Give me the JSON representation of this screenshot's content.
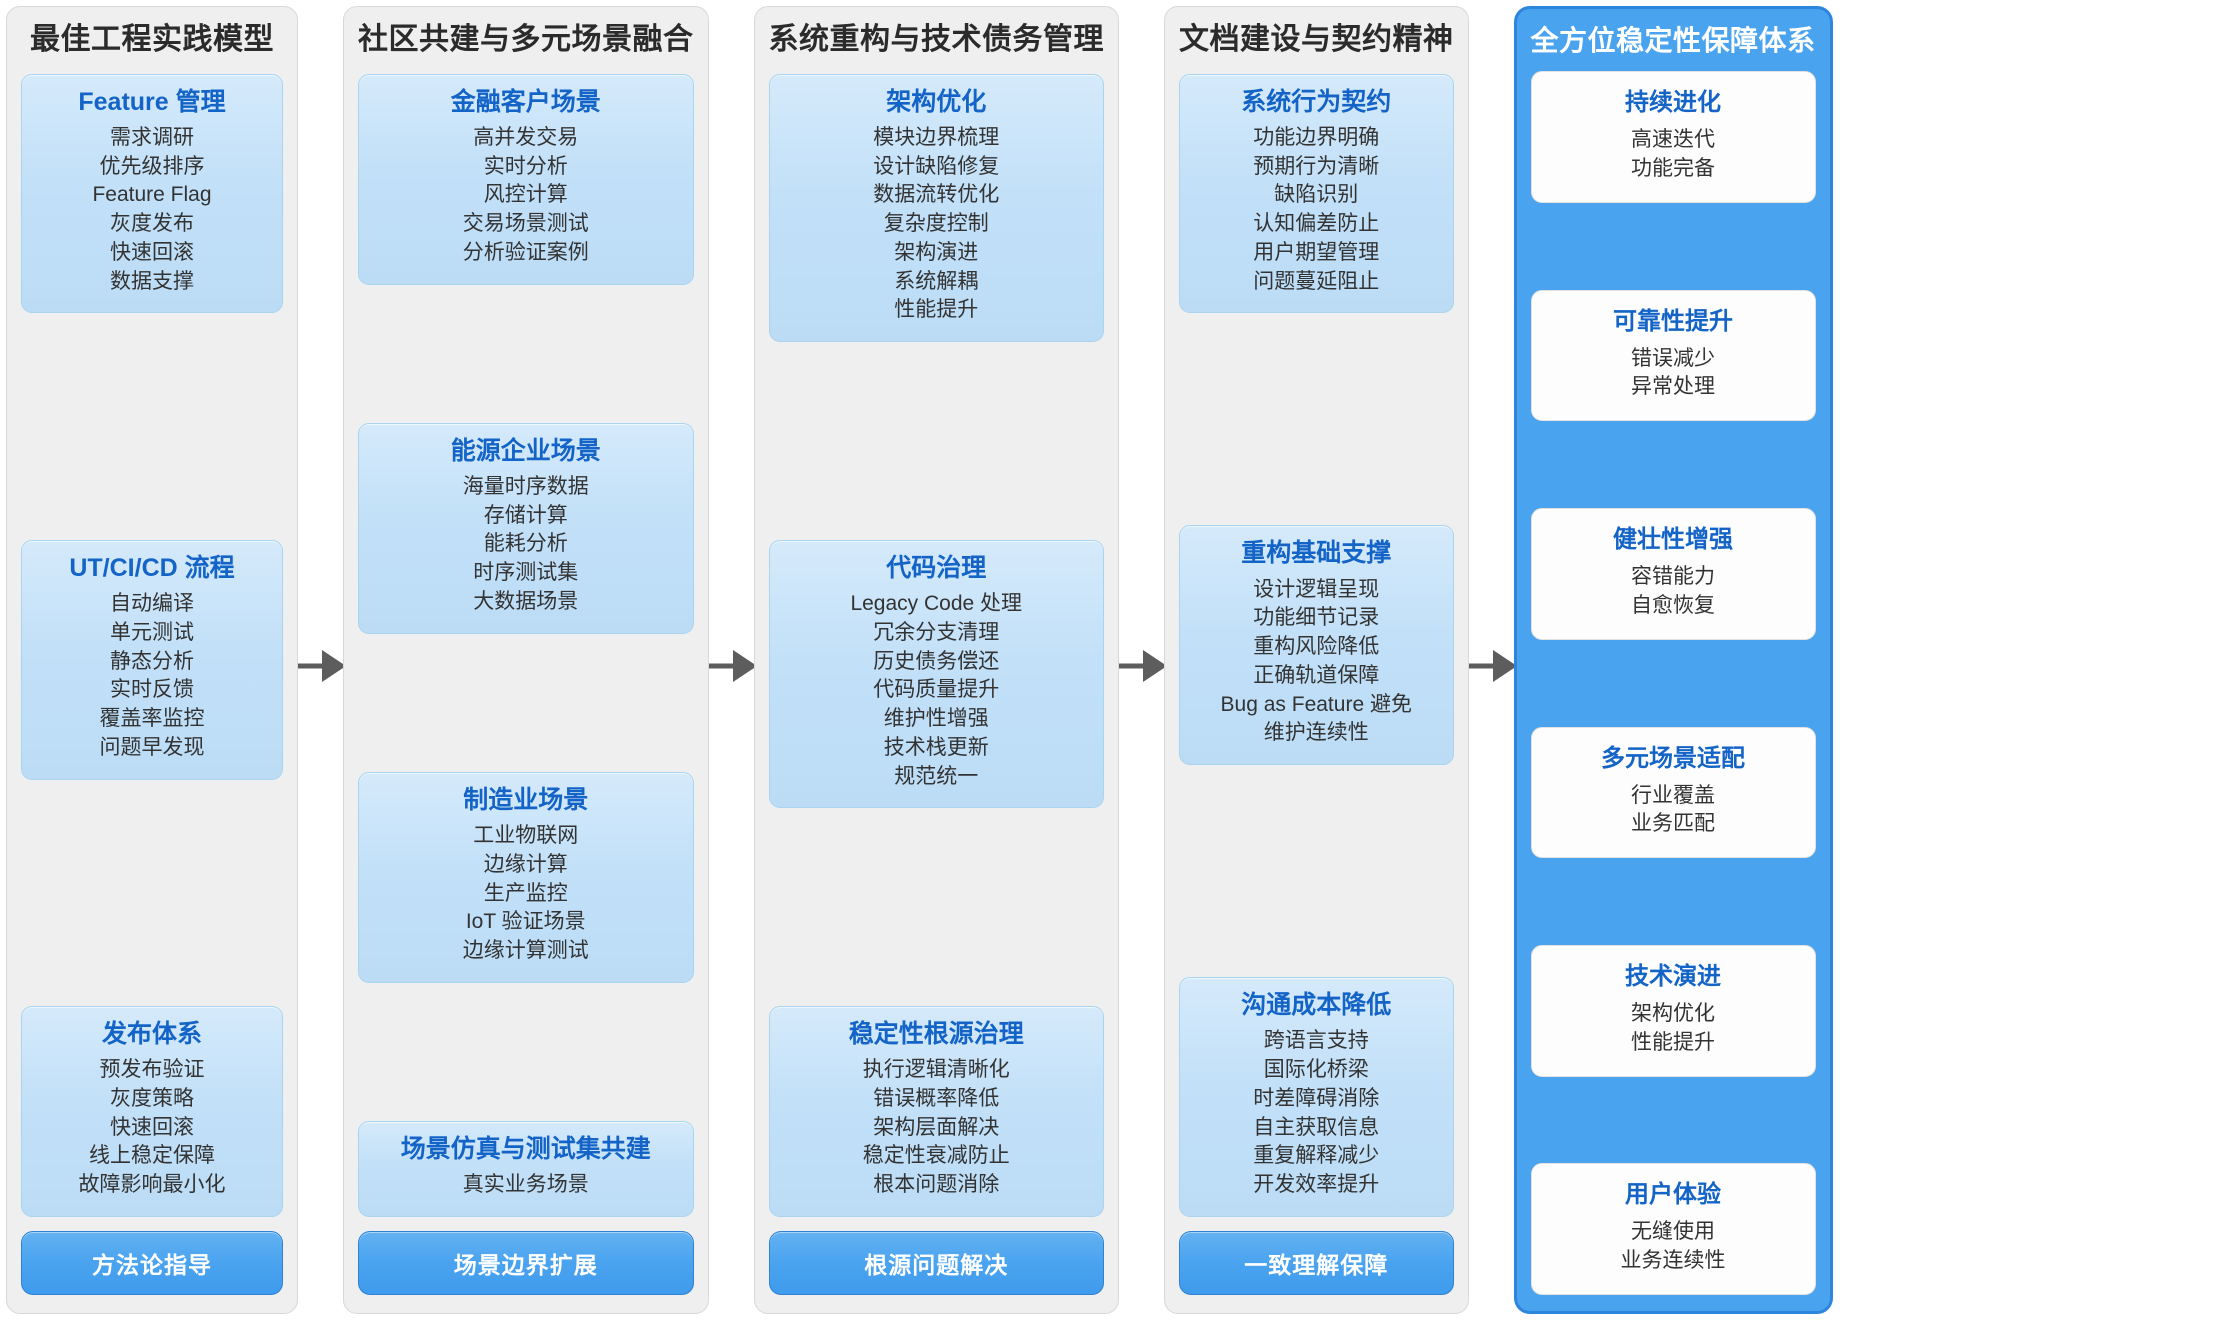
{
  "diagram": {
    "type": "flow-pipeline",
    "arrow_color": "#5d5d5d",
    "accent_color": "#1464c8",
    "button_color": "#4aa3ef",
    "card_bg": "#c7e2f7",
    "panel_bg": "#efefef"
  },
  "columns": [
    {
      "title": "最佳工程实践模型",
      "cards": [
        {
          "title": "Feature 管理",
          "items": [
            "需求调研",
            "优先级排序",
            "Feature Flag",
            "灰度发布",
            "快速回滚",
            "数据支撑"
          ]
        },
        {
          "title": "UT/CI/CD 流程",
          "items": [
            "自动编译",
            "单元测试",
            "静态分析",
            "实时反馈",
            "覆盖率监控",
            "问题早发现"
          ]
        },
        {
          "title": "发布体系",
          "items": [
            "预发布验证",
            "灰度策略",
            "快速回滚",
            "线上稳定保障",
            "故障影响最小化"
          ]
        }
      ],
      "footer": "方法论指导"
    },
    {
      "title": "社区共建与多元场景融合",
      "cards": [
        {
          "title": "金融客户场景",
          "items": [
            "高并发交易",
            "实时分析",
            "风控计算",
            "交易场景测试",
            "分析验证案例"
          ]
        },
        {
          "title": "能源企业场景",
          "items": [
            "海量时序数据",
            "存储计算",
            "能耗分析",
            "时序测试集",
            "大数据场景"
          ]
        },
        {
          "title": "制造业场景",
          "items": [
            "工业物联网",
            "边缘计算",
            "生产监控",
            "IoT 验证场景",
            "边缘计算测试"
          ]
        },
        {
          "title": "场景仿真与测试集共建",
          "items": [
            "真实业务场景"
          ]
        }
      ],
      "footer": "场景边界扩展"
    },
    {
      "title": "系统重构与技术债务管理",
      "cards": [
        {
          "title": "架构优化",
          "items": [
            "模块边界梳理",
            "设计缺陷修复",
            "数据流转优化",
            "复杂度控制",
            "架构演进",
            "系统解耦",
            "性能提升"
          ]
        },
        {
          "title": "代码治理",
          "items": [
            "Legacy Code 处理",
            "冗余分支清理",
            "历史债务偿还",
            "代码质量提升",
            "维护性增强",
            "技术栈更新",
            "规范统一"
          ]
        },
        {
          "title": "稳定性根源治理",
          "items": [
            "执行逻辑清晰化",
            "错误概率降低",
            "架构层面解决",
            "稳定性衰减防止",
            "根本问题消除"
          ]
        }
      ],
      "footer": "根源问题解决"
    },
    {
      "title": "文档建设与契约精神",
      "cards": [
        {
          "title": "系统行为契约",
          "items": [
            "功能边界明确",
            "预期行为清晰",
            "缺陷识别",
            "认知偏差防止",
            "用户期望管理",
            "问题蔓延阻止"
          ]
        },
        {
          "title": "重构基础支撑",
          "items": [
            "设计逻辑呈现",
            "功能细节记录",
            "重构风险降低",
            "正确轨道保障",
            "Bug as Feature 避免",
            "维护连续性"
          ]
        },
        {
          "title": "沟通成本降低",
          "items": [
            "跨语言支持",
            "国际化桥梁",
            "时差障碍消除",
            "自主获取信息",
            "重复解释减少",
            "开发效率提升"
          ]
        }
      ],
      "footer": "一致理解保障"
    }
  ],
  "final_column": {
    "title": "全方位稳定性保障体系",
    "cards": [
      {
        "title": "持续进化",
        "items": [
          "高速迭代",
          "功能完备"
        ]
      },
      {
        "title": "可靠性提升",
        "items": [
          "错误减少",
          "异常处理"
        ]
      },
      {
        "title": "健壮性增强",
        "items": [
          "容错能力",
          "自愈恢复"
        ]
      },
      {
        "title": "多元场景适配",
        "items": [
          "行业覆盖",
          "业务匹配"
        ]
      },
      {
        "title": "技术演进",
        "items": [
          "架构优化",
          "性能提升"
        ]
      },
      {
        "title": "用户体验",
        "items": [
          "无缝使用",
          "业务连续性"
        ]
      }
    ]
  }
}
